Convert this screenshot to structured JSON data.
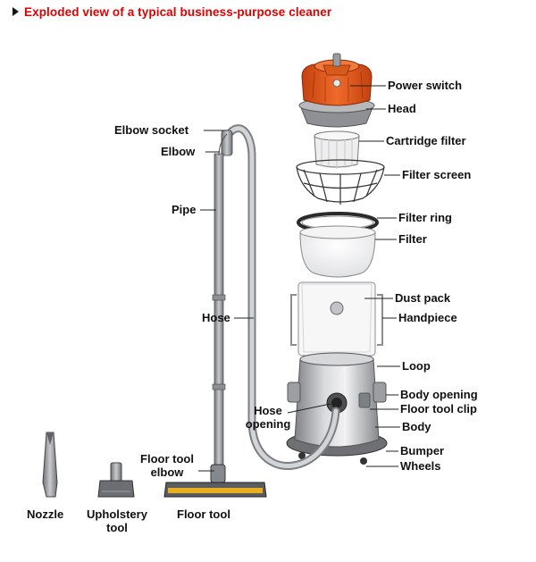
{
  "title": "Exploded view of a typical business-purpose cleaner",
  "labels": {
    "power_switch": "Power switch",
    "head": "Head",
    "cartridge_filter": "Cartridge filter",
    "filter_screen": "Filter screen",
    "filter_ring": "Filter ring",
    "filter": "Filter",
    "dust_pack": "Dust pack",
    "handpiece": "Handpiece",
    "loop": "Loop",
    "body_opening": "Body opening",
    "floor_tool_clip": "Floor tool clip",
    "body": "Body",
    "bumper": "Bumper",
    "wheels": "Wheels",
    "elbow_socket": "Elbow socket",
    "elbow": "Elbow",
    "pipe": "Pipe",
    "hose": "Hose",
    "hose_opening_1": "Hose",
    "hose_opening_2": "opening",
    "floor_tool_elbow_1": "Floor tool",
    "floor_tool_elbow_2": "elbow",
    "floor_tool": "Floor tool",
    "nozzle": "Nozzle",
    "upholstery_1": "Upholstery",
    "upholstery_2": "tool"
  },
  "colors": {
    "title": "#e00000",
    "head_orange": "#e2571e",
    "floor_tool_yellow": "#e8b020",
    "metal_grey": "#a8aaae"
  }
}
